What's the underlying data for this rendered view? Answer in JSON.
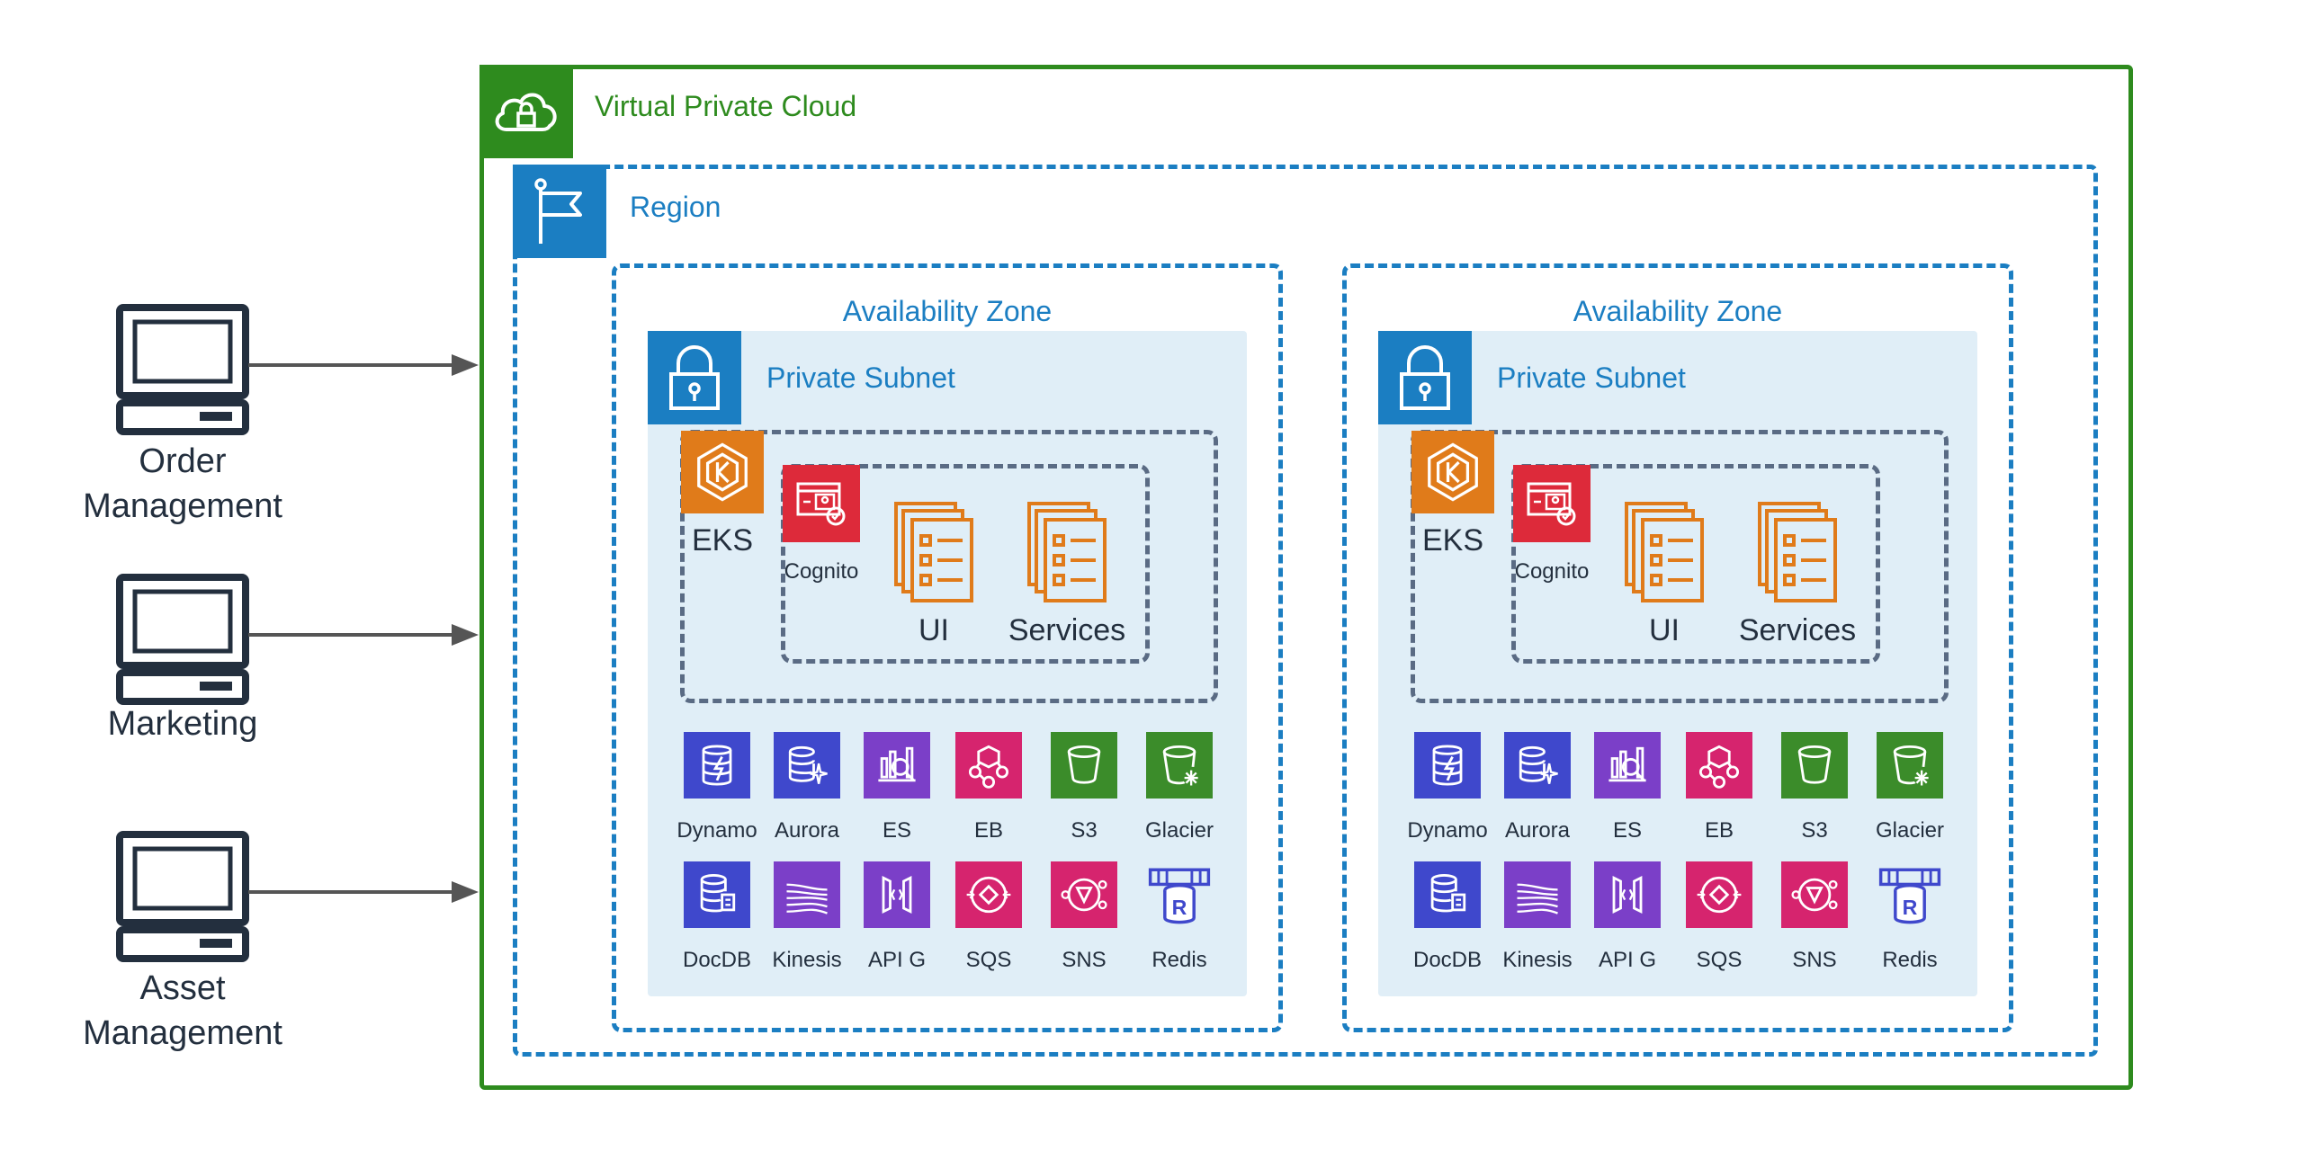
{
  "vpc": {
    "title": "Virtual Private Cloud"
  },
  "region": {
    "title": "Region"
  },
  "clients": [
    {
      "label": "Order Management"
    },
    {
      "label": "Marketing"
    },
    {
      "label": "Asset Management"
    }
  ],
  "zones": [
    {
      "title": "Availability Zone",
      "subnet": {
        "title": "Private Subnet"
      },
      "eks": {
        "label": "EKS"
      },
      "cognito": {
        "label": "Cognito"
      },
      "apps": [
        {
          "label": "UI"
        },
        {
          "label": "Services"
        }
      ],
      "services_row1": [
        {
          "label": "Dynamo",
          "icon": "dynamodb-icon",
          "color": "#3f48cc"
        },
        {
          "label": "Aurora",
          "icon": "aurora-icon",
          "color": "#3f48cc"
        },
        {
          "label": "ES",
          "icon": "elasticsearch-icon",
          "color": "#7b3fc8"
        },
        {
          "label": "EB",
          "icon": "eventbridge-icon",
          "color": "#d6246e"
        },
        {
          "label": "S3",
          "icon": "s3-bucket-icon",
          "color": "#3b8c2a"
        },
        {
          "label": "Glacier",
          "icon": "glacier-icon",
          "color": "#3b8c2a"
        }
      ],
      "services_row2": [
        {
          "label": "DocDB",
          "icon": "documentdb-icon",
          "color": "#3f48cc"
        },
        {
          "label": "Kinesis",
          "icon": "kinesis-icon",
          "color": "#7b3fc8"
        },
        {
          "label": "API G",
          "icon": "api-gateway-icon",
          "color": "#7b3fc8"
        },
        {
          "label": "SQS",
          "icon": "sqs-icon",
          "color": "#d6246e"
        },
        {
          "label": "SNS",
          "icon": "sns-icon",
          "color": "#d6246e"
        },
        {
          "label": "Redis",
          "icon": "redis-icon",
          "color": "#3f48cc"
        }
      ]
    },
    {
      "title": "Availability Zone",
      "subnet": {
        "title": "Private Subnet"
      },
      "eks": {
        "label": "EKS"
      },
      "cognito": {
        "label": "Cognito"
      },
      "apps": [
        {
          "label": "UI"
        },
        {
          "label": "Services"
        }
      ],
      "services_row1": [
        {
          "label": "Dynamo",
          "icon": "dynamodb-icon",
          "color": "#3f48cc"
        },
        {
          "label": "Aurora",
          "icon": "aurora-icon",
          "color": "#3f48cc"
        },
        {
          "label": "ES",
          "icon": "elasticsearch-icon",
          "color": "#7b3fc8"
        },
        {
          "label": "EB",
          "icon": "eventbridge-icon",
          "color": "#d6246e"
        },
        {
          "label": "S3",
          "icon": "s3-bucket-icon",
          "color": "#3b8c2a"
        },
        {
          "label": "Glacier",
          "icon": "glacier-icon",
          "color": "#3b8c2a"
        }
      ],
      "services_row2": [
        {
          "label": "DocDB",
          "icon": "documentdb-icon",
          "color": "#3f48cc"
        },
        {
          "label": "Kinesis",
          "icon": "kinesis-icon",
          "color": "#7b3fc8"
        },
        {
          "label": "API G",
          "icon": "api-gateway-icon",
          "color": "#7b3fc8"
        },
        {
          "label": "SQS",
          "icon": "sqs-icon",
          "color": "#d6246e"
        },
        {
          "label": "SNS",
          "icon": "sns-icon",
          "color": "#d6246e"
        },
        {
          "label": "Redis",
          "icon": "redis-icon",
          "color": "#3f48cc"
        }
      ]
    }
  ],
  "colors": {
    "vpc": "#2e8b1e",
    "region": "#1b7ec2",
    "eks": "#e07b1a",
    "cognito": "#dd2a3a",
    "app": "#e07b1a",
    "ink": "#232f3e"
  }
}
